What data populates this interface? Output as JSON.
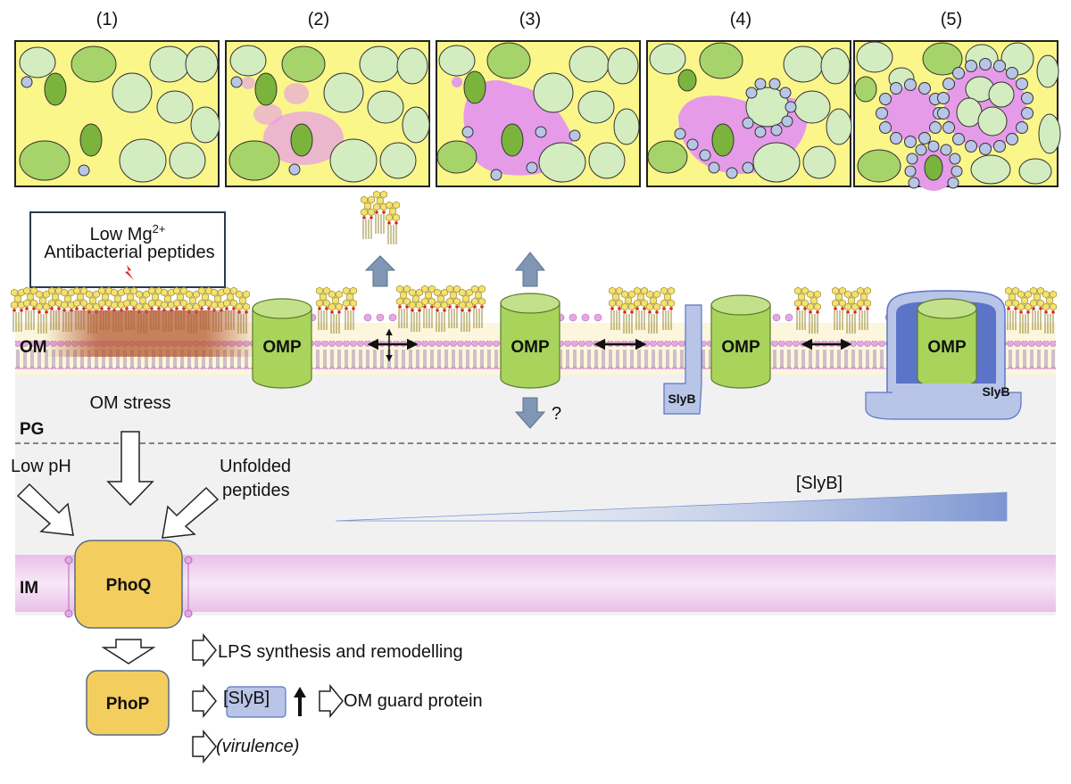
{
  "panels": [
    "(1)",
    "(2)",
    "(3)",
    "(4)",
    "(5)"
  ],
  "stress_box": {
    "line1_prefix": "Low Mg",
    "line1_sup": "2+",
    "line2": "Antibacterial peptides"
  },
  "layers": {
    "om": "OM",
    "pg": "PG",
    "im": "IM"
  },
  "proteins": {
    "omp": "OMP",
    "slyb": "SlyB",
    "phoq": "PhoQ",
    "phop": "PhoP"
  },
  "signals": {
    "om_stress": "OM stress",
    "low_ph": "Low pH",
    "unfolded_line1": "Unfolded",
    "unfolded_line2": "peptides",
    "question": "?",
    "gradient_label": "[SlyB]"
  },
  "outputs": {
    "lps": "LPS synthesis and remodelling",
    "slyb_box": "[SlyB]",
    "guard": "OM guard protein",
    "virulence": "(virulence)"
  },
  "colors": {
    "panel_bg": "#fbf68a",
    "cell_light": "#d3ecc0",
    "cell_mid": "#a6d36a",
    "cell_dark": "#7bb43c",
    "cell_stroke": "#333333",
    "lipid_head": "#e7a7e6",
    "lps_head": "#f6e26b",
    "patch": "#e59be8",
    "omp_fill": "#a8d45c",
    "slyb_fill": "#b8c5e6",
    "slyb_dark": "#5c74c8",
    "pho_fill": "#f3ce5e",
    "periplasm": "#f1f1f1",
    "gradient": "#7c95d2"
  }
}
